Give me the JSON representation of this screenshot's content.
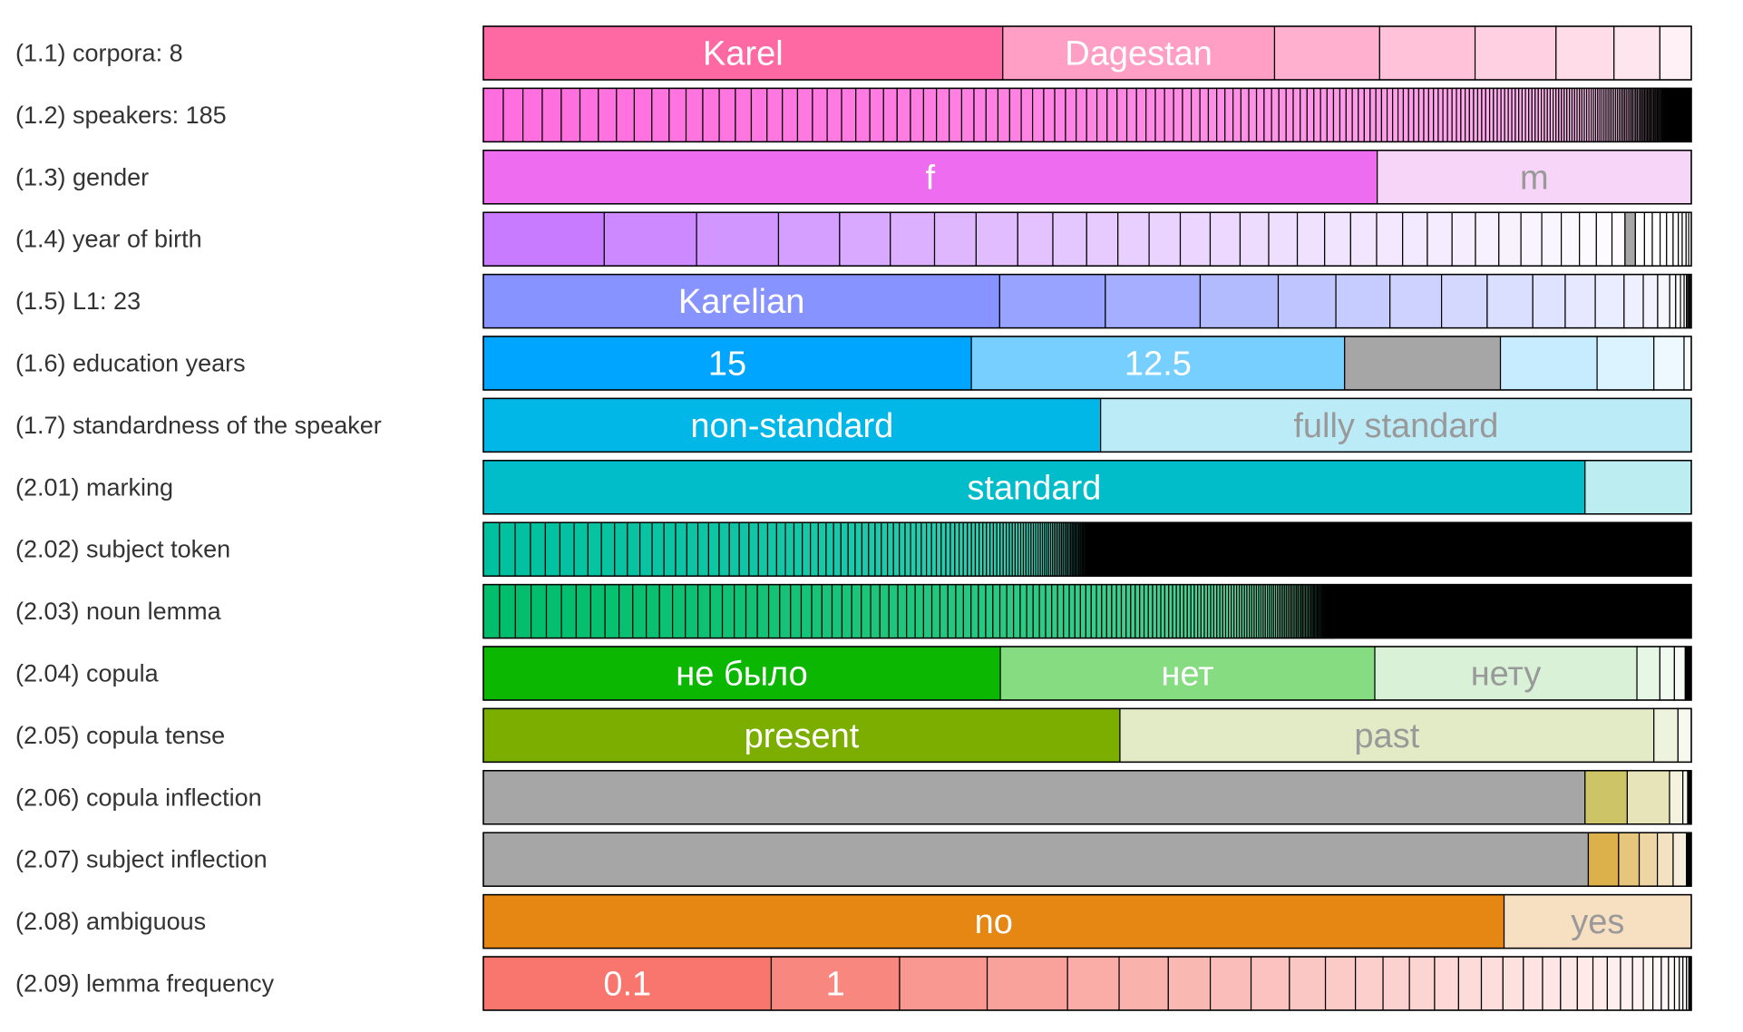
{
  "chart_data": {
    "type": "bar",
    "subtype": "stacked-proportion-rows",
    "rows": [
      {
        "label": "(1.1) corpora: 8",
        "segments": [
          {
            "value": 43,
            "label": "Karel",
            "color": "#FF69A3",
            "text_color": "#ffffff"
          },
          {
            "value": 22.5,
            "label": "Dagestan",
            "color": "#FF9FC5",
            "text_color": "#ffffff"
          },
          {
            "value": 8.7,
            "color": "#FFB0CF"
          },
          {
            "value": 7.9,
            "color": "#FFC2D9"
          },
          {
            "value": 6.7,
            "color": "#FFCFE2"
          },
          {
            "value": 4.8,
            "color": "#FFDCE8"
          },
          {
            "value": 3.8,
            "color": "#FFE6EE"
          },
          {
            "value": 2.6,
            "color": "#FFF1F5"
          }
        ]
      },
      {
        "label": "(1.2) speakers: 185",
        "base_color": "#FF6EDF",
        "generated": {
          "count": 185,
          "decay": 0.984,
          "fade_to": "#FFDDF6",
          "dark_tail": 2
        }
      },
      {
        "label": "(1.3) gender",
        "segments": [
          {
            "value": 74,
            "label": "f",
            "color": "#EE6CEF",
            "text_color": "#ffffff"
          },
          {
            "value": 26,
            "label": "m",
            "color": "#F7D5F8",
            "text_color": "#999999"
          }
        ]
      },
      {
        "label": "(1.4) year of birth",
        "segments": [
          {
            "value": 9.3,
            "color": "#C97BFF"
          },
          {
            "value": 7.1,
            "color": "#CD89FF"
          },
          {
            "value": 6.3,
            "color": "#D196FF"
          },
          {
            "value": 4.7,
            "color": "#D59FFF"
          },
          {
            "value": 3.9,
            "color": "#D9A8FF"
          },
          {
            "value": 3.4,
            "color": "#DCB0FF"
          },
          {
            "value": 3.2,
            "color": "#DFB7FF"
          },
          {
            "value": 3.2,
            "color": "#E1BDFF"
          },
          {
            "value": 2.7,
            "color": "#E3C2FF"
          },
          {
            "value": 2.6,
            "color": "#E5C7FF"
          },
          {
            "value": 2.4,
            "color": "#E7CBFF"
          },
          {
            "value": 2.4,
            "color": "#E9CFFF"
          },
          {
            "value": 2.4,
            "color": "#EAD3FF"
          },
          {
            "value": 2.3,
            "color": "#ECD6FF"
          },
          {
            "value": 2.3,
            "color": "#EDD9FF"
          },
          {
            "value": 2.2,
            "color": "#EEDCFF"
          },
          {
            "value": 2.2,
            "color": "#EFDFFF"
          },
          {
            "value": 2.1,
            "color": "#F0E2FF"
          },
          {
            "value": 2.0,
            "color": "#F1E4FF"
          },
          {
            "value": 2.0,
            "color": "#F2E6FF"
          },
          {
            "value": 2.0,
            "color": "#F3E8FF"
          },
          {
            "value": 1.9,
            "color": "#F4EAFF"
          },
          {
            "value": 1.9,
            "color": "#F5ECFF"
          },
          {
            "value": 1.8,
            "color": "#F6EEFF"
          },
          {
            "value": 1.8,
            "color": "#F7F0FF"
          },
          {
            "value": 1.7,
            "color": "#F8F2FF"
          },
          {
            "value": 1.6,
            "color": "#F9F4FF"
          },
          {
            "value": 1.5,
            "color": "#FAF6FF"
          },
          {
            "value": 1.4,
            "color": "#FBF8FF"
          },
          {
            "value": 1.3,
            "color": "#FCFAFF"
          },
          {
            "value": 1.2,
            "color": "#FDFBFF"
          },
          {
            "value": 1.0,
            "color": "#FEFCFF"
          },
          {
            "value": 0.8,
            "color": "#A6A6A6"
          },
          {
            "value": 0.7,
            "color": "#FFFDFF"
          },
          {
            "value": 0.6,
            "color": "#FFFEFF"
          },
          {
            "value": 0.6,
            "color": "#FFFFFF"
          },
          {
            "value": 0.5,
            "color": "#FFFFFF"
          },
          {
            "value": 0.5,
            "color": "#FFFFFF"
          },
          {
            "value": 0.4,
            "color": "#FFFFFF"
          },
          {
            "value": 0.3,
            "color": "#FFFFFF"
          },
          {
            "value": 0.3,
            "color": "#FFFFFF"
          },
          {
            "value": 0.2,
            "color": "#FFFFFF"
          },
          {
            "value": 0.2,
            "color": "#FFFFFF"
          }
        ]
      },
      {
        "label": "(1.5) L1: 23",
        "segments": [
          {
            "value": 43,
            "label": "Karelian",
            "color": "#8793FF",
            "text_color": "#ffffff"
          },
          {
            "value": 8.8,
            "color": "#98A2FF"
          },
          {
            "value": 7.9,
            "color": "#A6AFFF"
          },
          {
            "value": 6.5,
            "color": "#B3BBFF"
          },
          {
            "value": 4.8,
            "color": "#BEC5FF"
          },
          {
            "value": 4.5,
            "color": "#C6CCFF"
          },
          {
            "value": 4.3,
            "color": "#CDD2FF"
          },
          {
            "value": 3.8,
            "color": "#D4D8FF"
          },
          {
            "value": 3.8,
            "color": "#DADEFF"
          },
          {
            "value": 2.7,
            "color": "#E0E3FF"
          },
          {
            "value": 2.5,
            "color": "#E5E8FF"
          },
          {
            "value": 2.4,
            "color": "#EAECFF"
          },
          {
            "value": 1.6,
            "color": "#EEF0FF"
          },
          {
            "value": 1.2,
            "color": "#F2F3FF"
          },
          {
            "value": 1.0,
            "color": "#F5F6FF"
          },
          {
            "value": 0.5,
            "color": "#F8F9FF"
          },
          {
            "value": 0.4,
            "color": "#FAFBFF"
          },
          {
            "value": 0.3,
            "color": "#FCFCFF"
          },
          {
            "value": 0.2,
            "color": "#FDFDFF"
          },
          {
            "value": 0.1,
            "color": "#FEFEFF"
          },
          {
            "value": 0.1,
            "color": "#FFFFFF"
          },
          {
            "value": 0.1,
            "color": "#FFFFFF"
          },
          {
            "value": 0.1,
            "color": "#FFFFFF"
          }
        ]
      },
      {
        "label": "(1.6) education years",
        "segments": [
          {
            "value": 40.4,
            "label": "15",
            "color": "#00A5FF",
            "text_color": "#ffffff"
          },
          {
            "value": 30.9,
            "label": "12.5",
            "color": "#76CFFF",
            "text_color": "#ffffff"
          },
          {
            "value": 12.9,
            "color": "#A6A6A6"
          },
          {
            "value": 8.0,
            "color": "#C7EBFF"
          },
          {
            "value": 4.7,
            "color": "#DBF2FF"
          },
          {
            "value": 2.5,
            "color": "#EDF8FF"
          },
          {
            "value": 0.6,
            "color": "#F7FCFF"
          }
        ]
      },
      {
        "label": "(1.7) standardness of the speaker",
        "segments": [
          {
            "value": 51.1,
            "label": "non-standard",
            "color": "#00B7E8",
            "text_color": "#ffffff"
          },
          {
            "value": 48.9,
            "label": "fully standard",
            "color": "#BCEBF8",
            "text_color": "#999999"
          }
        ]
      },
      {
        "label": "(2.01) marking",
        "segments": [
          {
            "value": 91.2,
            "label": "standard",
            "color": "#00BDC9",
            "text_color": "#ffffff"
          },
          {
            "value": 8.8,
            "color": "#BCEDF0"
          }
        ]
      },
      {
        "label": "(2.02) subject token",
        "base_color": "#00C19F",
        "generated": {
          "count": 170,
          "decay": 0.975,
          "first": 6.1,
          "fade_to": "#64DCC6",
          "dark_fill_after": 52.6
        }
      },
      {
        "label": "(2.03) noun lemma",
        "base_color": "#00BE6C",
        "generated": {
          "count": 160,
          "decay": 0.982,
          "first": 7.2,
          "fade_to": "#66D9A3",
          "dark_fill_after": 70.4
        }
      },
      {
        "label": "(2.04) copula",
        "segments": [
          {
            "value": 42.8,
            "label": "не было",
            "color": "#0CB702",
            "text_color": "#ffffff"
          },
          {
            "value": 31.0,
            "label": "нет",
            "color": "#86DC80",
            "text_color": "#ffffff"
          },
          {
            "value": 21.7,
            "label": "нету",
            "color": "#D9F2D7",
            "text_color": "#999999"
          },
          {
            "value": 1.9,
            "color": "#E6F7E5"
          },
          {
            "value": 1.2,
            "color": "#F0FAEF"
          },
          {
            "value": 0.9,
            "color": "#F6FCF5"
          },
          {
            "value": 0.5,
            "color": "#000000"
          }
        ]
      },
      {
        "label": "(2.05) copula tense",
        "segments": [
          {
            "value": 52.7,
            "label": "present",
            "color": "#7CAE00",
            "text_color": "#ffffff"
          },
          {
            "value": 44.2,
            "label": "past",
            "color": "#E3EBC6",
            "text_color": "#999999"
          },
          {
            "value": 2.0,
            "color": "#EEF3DD"
          },
          {
            "value": 1.1,
            "color": "#F7F9EE"
          }
        ]
      },
      {
        "label": "(2.06) copula inflection",
        "segments": [
          {
            "value": 91.2,
            "color": "#A6A6A6"
          },
          {
            "value": 3.5,
            "color": "#CCC466"
          },
          {
            "value": 3.5,
            "color": "#E8E4BA"
          },
          {
            "value": 1.1,
            "color": "#F4F2DC"
          },
          {
            "value": 0.4,
            "color": "#FAF9EE"
          },
          {
            "value": 0.3,
            "color": "#000000"
          }
        ]
      },
      {
        "label": "(2.07) subject inflection",
        "segments": [
          {
            "value": 91.2,
            "color": "#A6A6A6"
          },
          {
            "value": 2.5,
            "color": "#DCB04A"
          },
          {
            "value": 1.7,
            "color": "#E6C67D"
          },
          {
            "value": 1.5,
            "color": "#EDD6A3"
          },
          {
            "value": 1.3,
            "color": "#F2E2C2"
          },
          {
            "value": 1.1,
            "color": "#F7EDDB"
          },
          {
            "value": 0.4,
            "color": "#000000"
          }
        ]
      },
      {
        "label": "(2.08) ambiguous",
        "segments": [
          {
            "value": 84.5,
            "label": "no",
            "color": "#E68613",
            "text_color": "#ffffff"
          },
          {
            "value": 15.5,
            "label": "yes",
            "color": "#F7DFC1",
            "text_color": "#999999"
          }
        ]
      },
      {
        "label": "(2.09) lemma frequency",
        "segments": [
          {
            "value": 24.0,
            "label": "0.1",
            "color": "#F8766D",
            "text_color": "#ffffff"
          },
          {
            "value": 10.7,
            "label": "1",
            "color": "#F8877F",
            "text_color": "#ffffff"
          },
          {
            "value": 7.3,
            "color": "#F99891"
          },
          {
            "value": 6.7,
            "color": "#F9A29C"
          },
          {
            "value": 4.3,
            "color": "#FAACA7"
          },
          {
            "value": 4.1,
            "color": "#FAB2AD"
          },
          {
            "value": 3.5,
            "color": "#FAB8B3"
          },
          {
            "value": 3.4,
            "color": "#FBBDB9"
          },
          {
            "value": 3.2,
            "color": "#FBC2BF"
          },
          {
            "value": 3.0,
            "color": "#FBC7C4"
          },
          {
            "value": 2.5,
            "color": "#FCCBC8"
          },
          {
            "value": 2.3,
            "color": "#FCCFCC"
          },
          {
            "value": 2.2,
            "color": "#FCD2D0"
          },
          {
            "value": 2.1,
            "color": "#FCD5D3"
          },
          {
            "value": 2.0,
            "color": "#FDD8D6"
          },
          {
            "value": 1.9,
            "color": "#FDDBD9"
          },
          {
            "value": 1.8,
            "color": "#FDDEDC"
          },
          {
            "value": 1.7,
            "color": "#FDE1DF"
          },
          {
            "value": 1.6,
            "color": "#FDE3E2"
          },
          {
            "value": 1.5,
            "color": "#FDE6E5"
          },
          {
            "value": 1.4,
            "color": "#FEE8E7"
          },
          {
            "value": 1.3,
            "color": "#FEEAE9"
          },
          {
            "value": 1.2,
            "color": "#FEECEB"
          },
          {
            "value": 1.1,
            "color": "#FEEEED"
          },
          {
            "value": 1.0,
            "color": "#FEF0EF"
          },
          {
            "value": 0.9,
            "color": "#FEF2F1"
          },
          {
            "value": 0.8,
            "color": "#FEF4F3"
          },
          {
            "value": 0.7,
            "color": "#FEF6F5"
          },
          {
            "value": 0.6,
            "color": "#FFF7F7"
          },
          {
            "value": 0.5,
            "color": "#FFF9F9"
          },
          {
            "value": 0.4,
            "color": "#FFFBFB"
          },
          {
            "value": 0.3,
            "color": "#FFFCFC"
          },
          {
            "value": 0.3,
            "color": "#FFFDFD"
          },
          {
            "value": 0.2,
            "color": "#FFFEFE"
          },
          {
            "value": 0.2,
            "color": "#000000"
          }
        ]
      }
    ]
  }
}
